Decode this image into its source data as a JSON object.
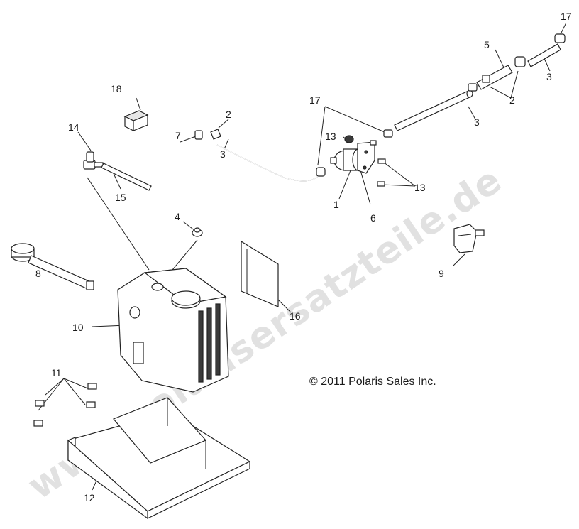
{
  "watermark": "www.polarisersatzteile.de",
  "copyright": "© 2011  Polaris Sales Inc.",
  "callouts": {
    "c1": "1",
    "c2a": "2",
    "c2b": "2",
    "c3a": "3",
    "c3b": "3",
    "c3c": "3",
    "c4": "4",
    "c5": "5",
    "c6": "6",
    "c7": "7",
    "c8": "8",
    "c9": "9",
    "c10": "10",
    "c11": "11",
    "c12": "12",
    "c13a": "13",
    "c13b": "13",
    "c14": "14",
    "c15": "15",
    "c16": "16",
    "c17a": "17",
    "c17b": "17",
    "c18": "18"
  }
}
